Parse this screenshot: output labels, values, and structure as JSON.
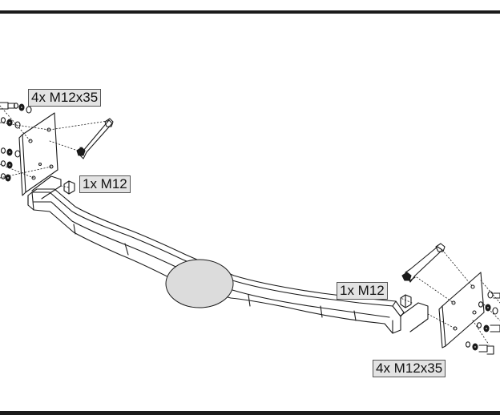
{
  "labels": {
    "top_left": "4x M12x35",
    "top_middle": "1x M12",
    "middle_right": "1x M12",
    "bottom_right": "4x M12x35"
  },
  "colors": {
    "ink": "#1a1a1a",
    "label_fill": "#e3e3e3",
    "ball_area_fill": "#dcdcdc"
  }
}
